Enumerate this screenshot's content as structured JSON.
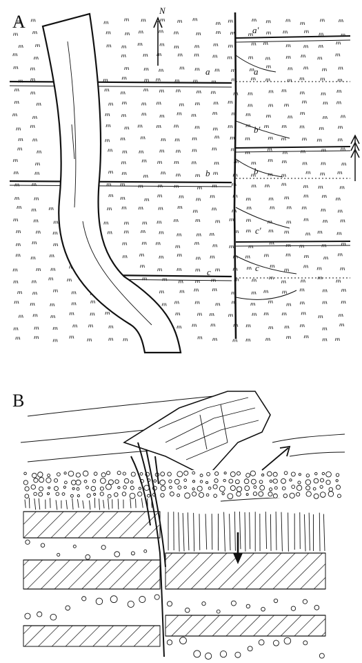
{
  "panels": [
    {
      "label": "A"
    },
    {
      "label": "B"
    }
  ],
  "panelA": {
    "north_label": "N",
    "west_bed_labels": [
      "a",
      "b",
      "c"
    ],
    "east_bed_labels": [
      "a'",
      "a",
      "b'",
      "b",
      "c'",
      "c"
    ]
  },
  "colors": {
    "ink": "#111111",
    "paper": "#ffffff"
  }
}
